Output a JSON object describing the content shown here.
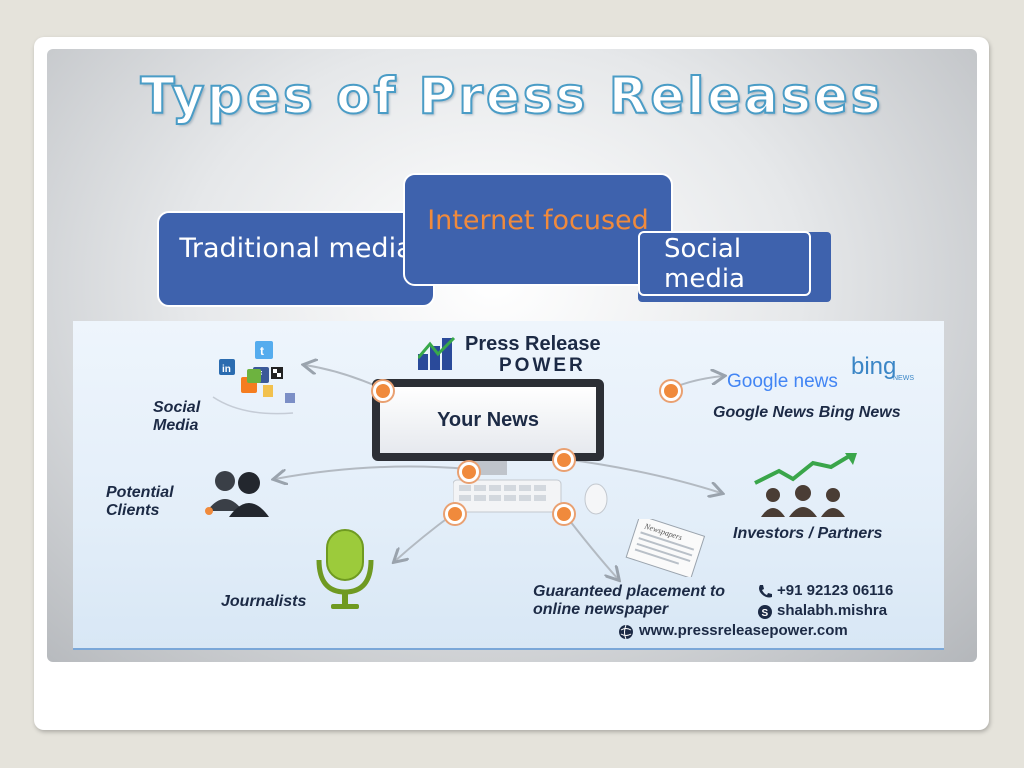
{
  "title": "Types of Press Releases",
  "boxes": {
    "traditional": "Traditional media",
    "internet": "Internet focused",
    "social": "Social media"
  },
  "infographic": {
    "brand_line1": "Press Release",
    "brand_line2": "POWER",
    "screen_text": "Your News",
    "social_media": "Social Media",
    "potential_clients": "Potential Clients",
    "journalists": "Journalists",
    "google_logo": "Google news",
    "bing_logo": "bing",
    "bing_sub": "NEWS",
    "google_bing": "Google News  Bing News",
    "investors": "Investors / Partners",
    "guaranteed": "Guaranteed placement to online newspaper",
    "newspaper_label": "Newspapers",
    "phone": "+91 92123 06116",
    "skype": "shalabh.mishra",
    "website": "www.pressreleasepower.com"
  },
  "colors": {
    "box_blue": "#3e62ad",
    "accent_orange": "#f08a3c",
    "title_outline": "#4a9cc6"
  }
}
